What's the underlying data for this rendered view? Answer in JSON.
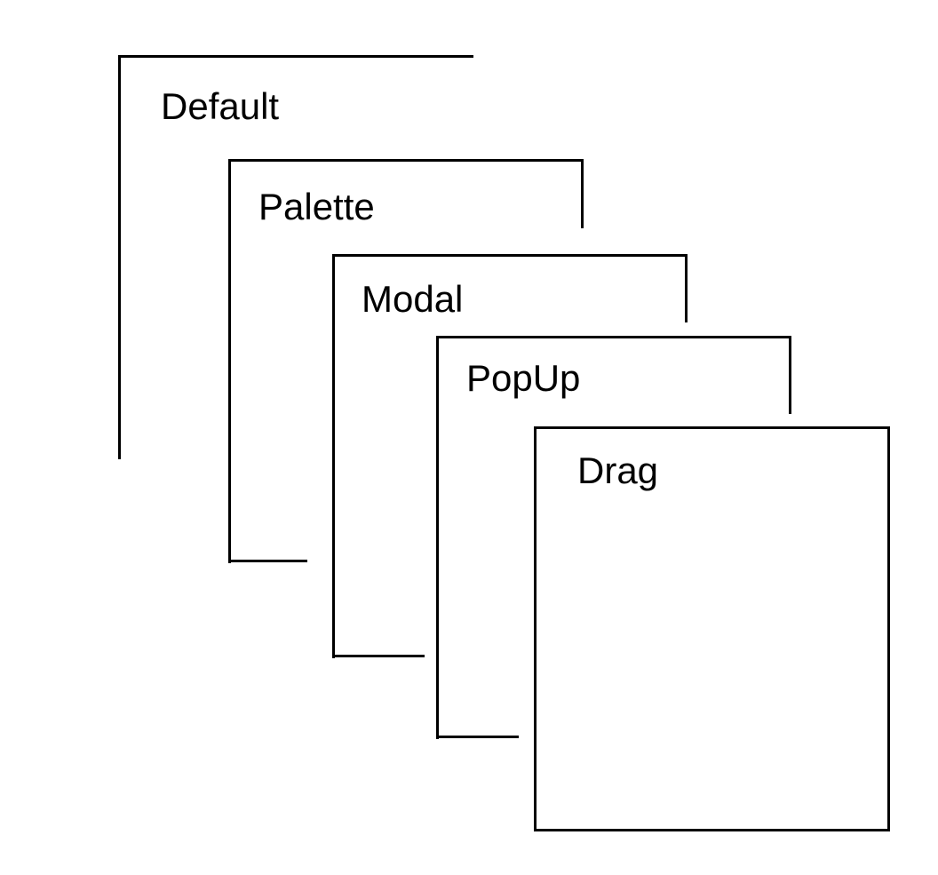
{
  "diagram": {
    "layers": [
      {
        "id": "default",
        "label": "Default"
      },
      {
        "id": "palette",
        "label": "Palette"
      },
      {
        "id": "modal",
        "label": "Modal"
      },
      {
        "id": "popup",
        "label": "PopUp"
      },
      {
        "id": "drag",
        "label": "Drag"
      }
    ]
  },
  "colors": {
    "stroke": "#000000",
    "background": "#ffffff"
  }
}
